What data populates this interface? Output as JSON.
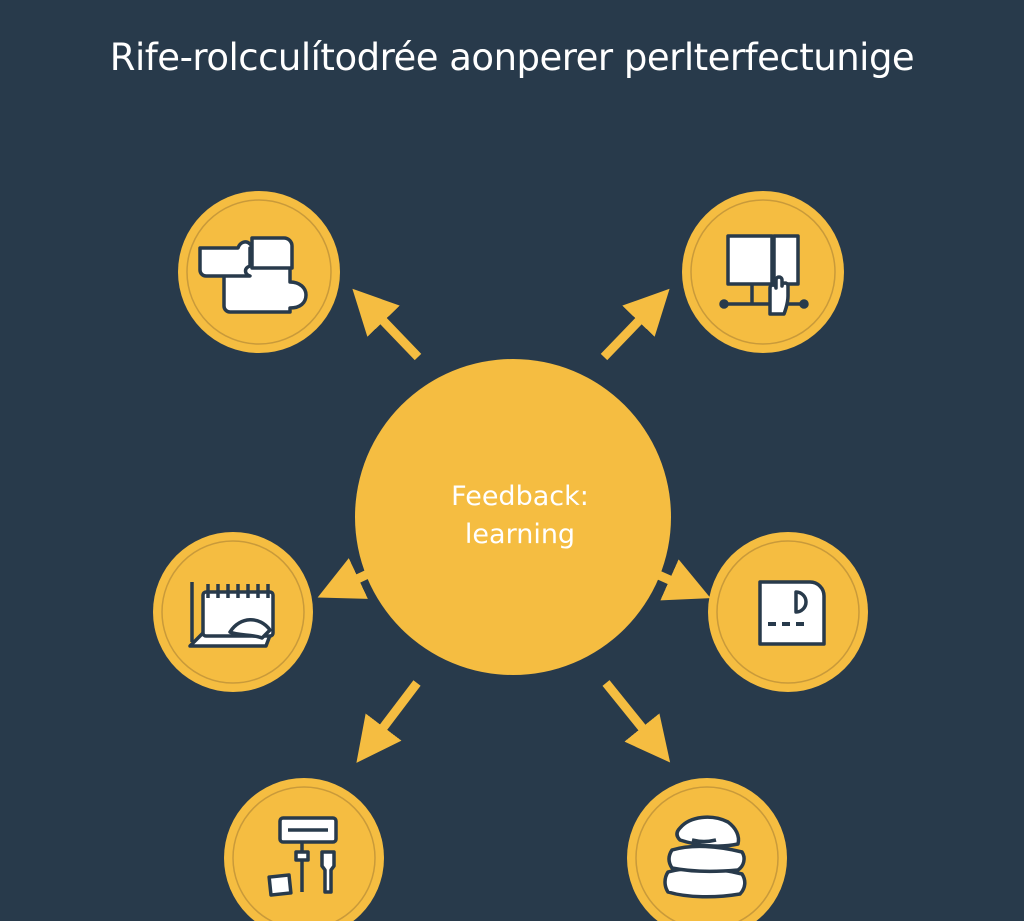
{
  "title": "Rife-rolcculítodrée aonperer perlterfectunige",
  "center": {
    "line1": "Feedback:",
    "line2": "learning",
    "color": "#f5bd41"
  },
  "colors": {
    "background": "#283a4b",
    "node_fill": "#f5bd41",
    "node_ring": "#c99a3a",
    "arrow": "#f5bd41",
    "icon_stroke": "#283a4b",
    "icon_fill": "#ffffff"
  },
  "nodes": [
    {
      "name": "node-top-left",
      "icon": "puzzle-pieces-icon"
    },
    {
      "name": "node-top-right",
      "icon": "monitor-touch-icon"
    },
    {
      "name": "node-mid-left",
      "icon": "notebook-pencil-icon"
    },
    {
      "name": "node-mid-right",
      "icon": "device-panel-icon"
    },
    {
      "name": "node-bottom-left",
      "icon": "workshop-tools-icon"
    },
    {
      "name": "node-bottom-right",
      "icon": "stacked-cloth-icon"
    }
  ]
}
